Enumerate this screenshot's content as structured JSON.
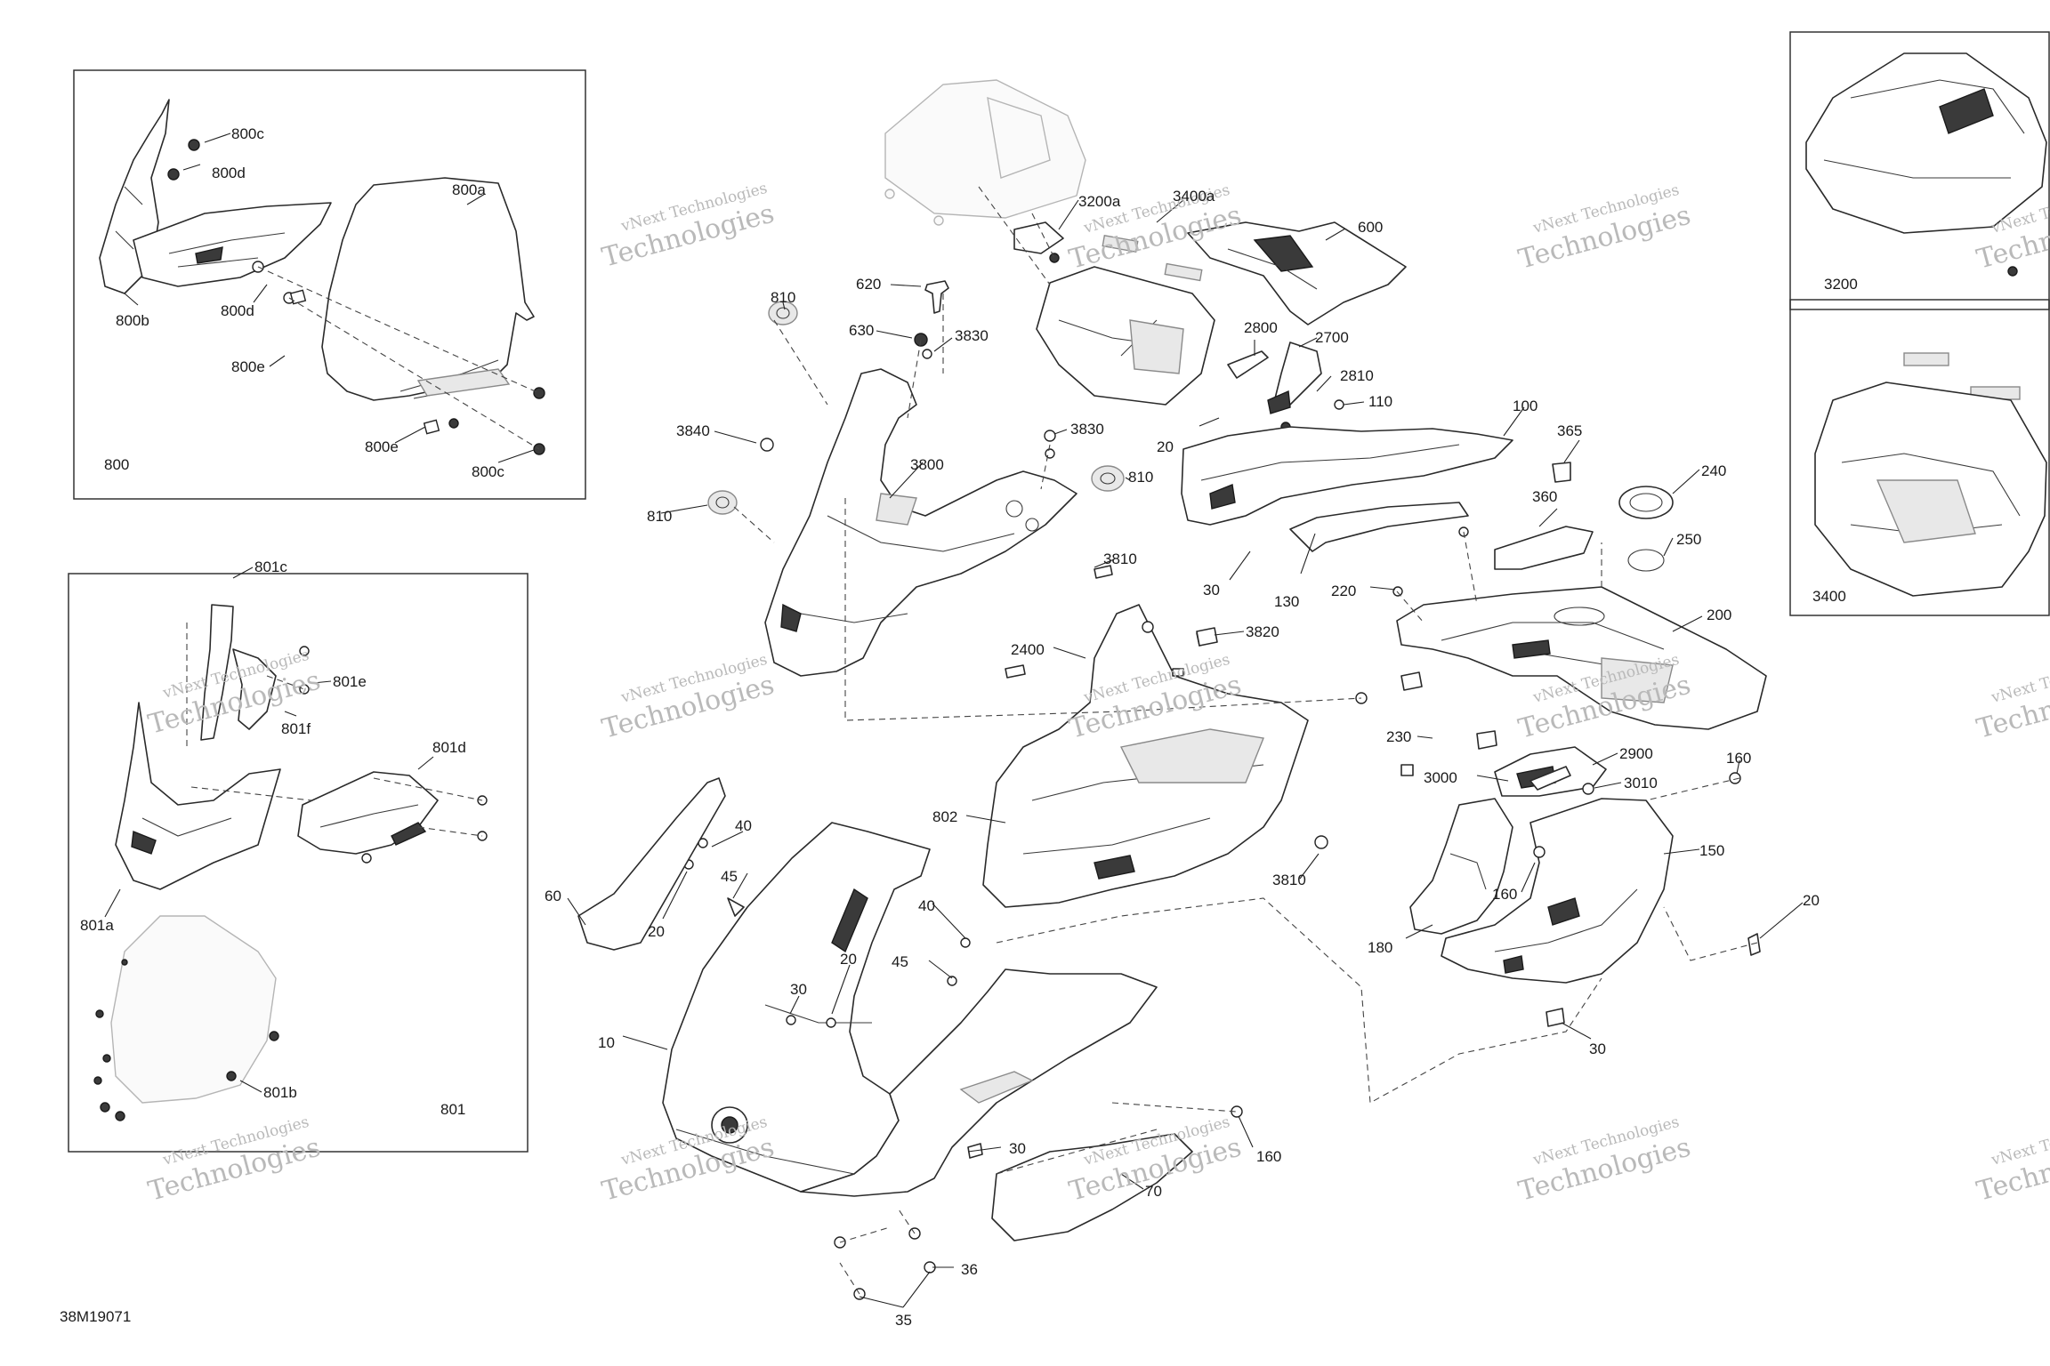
{
  "diagram_code": "38M19071",
  "watermark": {
    "line1": "vNext Technologies",
    "line2": "Technologies"
  },
  "insets": [
    {
      "id": "box-800",
      "label": "800"
    },
    {
      "id": "box-801",
      "label": "801"
    },
    {
      "id": "box-3200",
      "label": "3200"
    },
    {
      "id": "box-3400",
      "label": "3400"
    }
  ],
  "callouts": {
    "c800c_top": "800c",
    "c800d_top": "800d",
    "c800a": "800a",
    "c800b": "800b",
    "c800d_bot": "800d",
    "c800e_top": "800e",
    "c800e_bot": "800e",
    "c800c_bot": "800c",
    "c801c": "801c",
    "c801e": "801e",
    "c801f": "801f",
    "c801d": "801d",
    "c801a": "801a",
    "c801b": "801b",
    "c810_a": "810",
    "c810_b": "810",
    "c810_c": "810",
    "c620": "620",
    "c630": "630",
    "c3830_a": "3830",
    "c3830_b": "3830",
    "c3840": "3840",
    "c3800": "3800",
    "c3810_a": "3810",
    "c3810_b": "3810",
    "c3200a": "3200a",
    "c3400a": "3400a",
    "c600": "600",
    "c2800": "2800",
    "c2700": "2700",
    "c2810": "2810",
    "c110": "110",
    "c20_a": "20",
    "c100": "100",
    "c30_a": "30",
    "c130": "130",
    "c365": "365",
    "c240": "240",
    "c360": "360",
    "c250": "250",
    "c220": "220",
    "c200": "200",
    "c3820": "3820",
    "c2400": "2400",
    "c230": "230",
    "c2900": "2900",
    "c3000": "3000",
    "c3010": "3010",
    "c160_a": "160",
    "c150": "150",
    "c160_b": "160",
    "c20_b": "20",
    "c180": "180",
    "c30_b": "30",
    "c802": "802",
    "c60": "60",
    "c40_a": "40",
    "c45_a": "45",
    "c20_c": "20",
    "c40_b": "40",
    "c45_b": "45",
    "c20_d": "20",
    "c30_c": "30",
    "c10": "10",
    "c30_d": "30",
    "c160_c": "160",
    "c70": "70",
    "c36": "36",
    "c35": "35"
  }
}
